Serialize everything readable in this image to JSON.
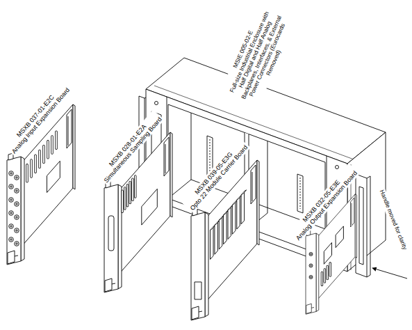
{
  "diagram": {
    "labels": [
      "MSIE 005-02-E",
      "Full-size Industrial Enclosure with Half Digital and Half Analog Backplanes, Interfaces, & External Power Connectors (Eurocards Removed)",
      "MSXB 037-01-E2C",
      "Analog Input Expansion Board",
      "MSXB 028-01-E2A",
      "Simultaneous Sampling Board",
      "MSXB 039-05-E3G",
      "Opto 22 Module Carrier Board",
      "MSXB 032-05-E3E",
      "Analog Output Expansion Board",
      "Handle moved for clarity"
    ]
  }
}
